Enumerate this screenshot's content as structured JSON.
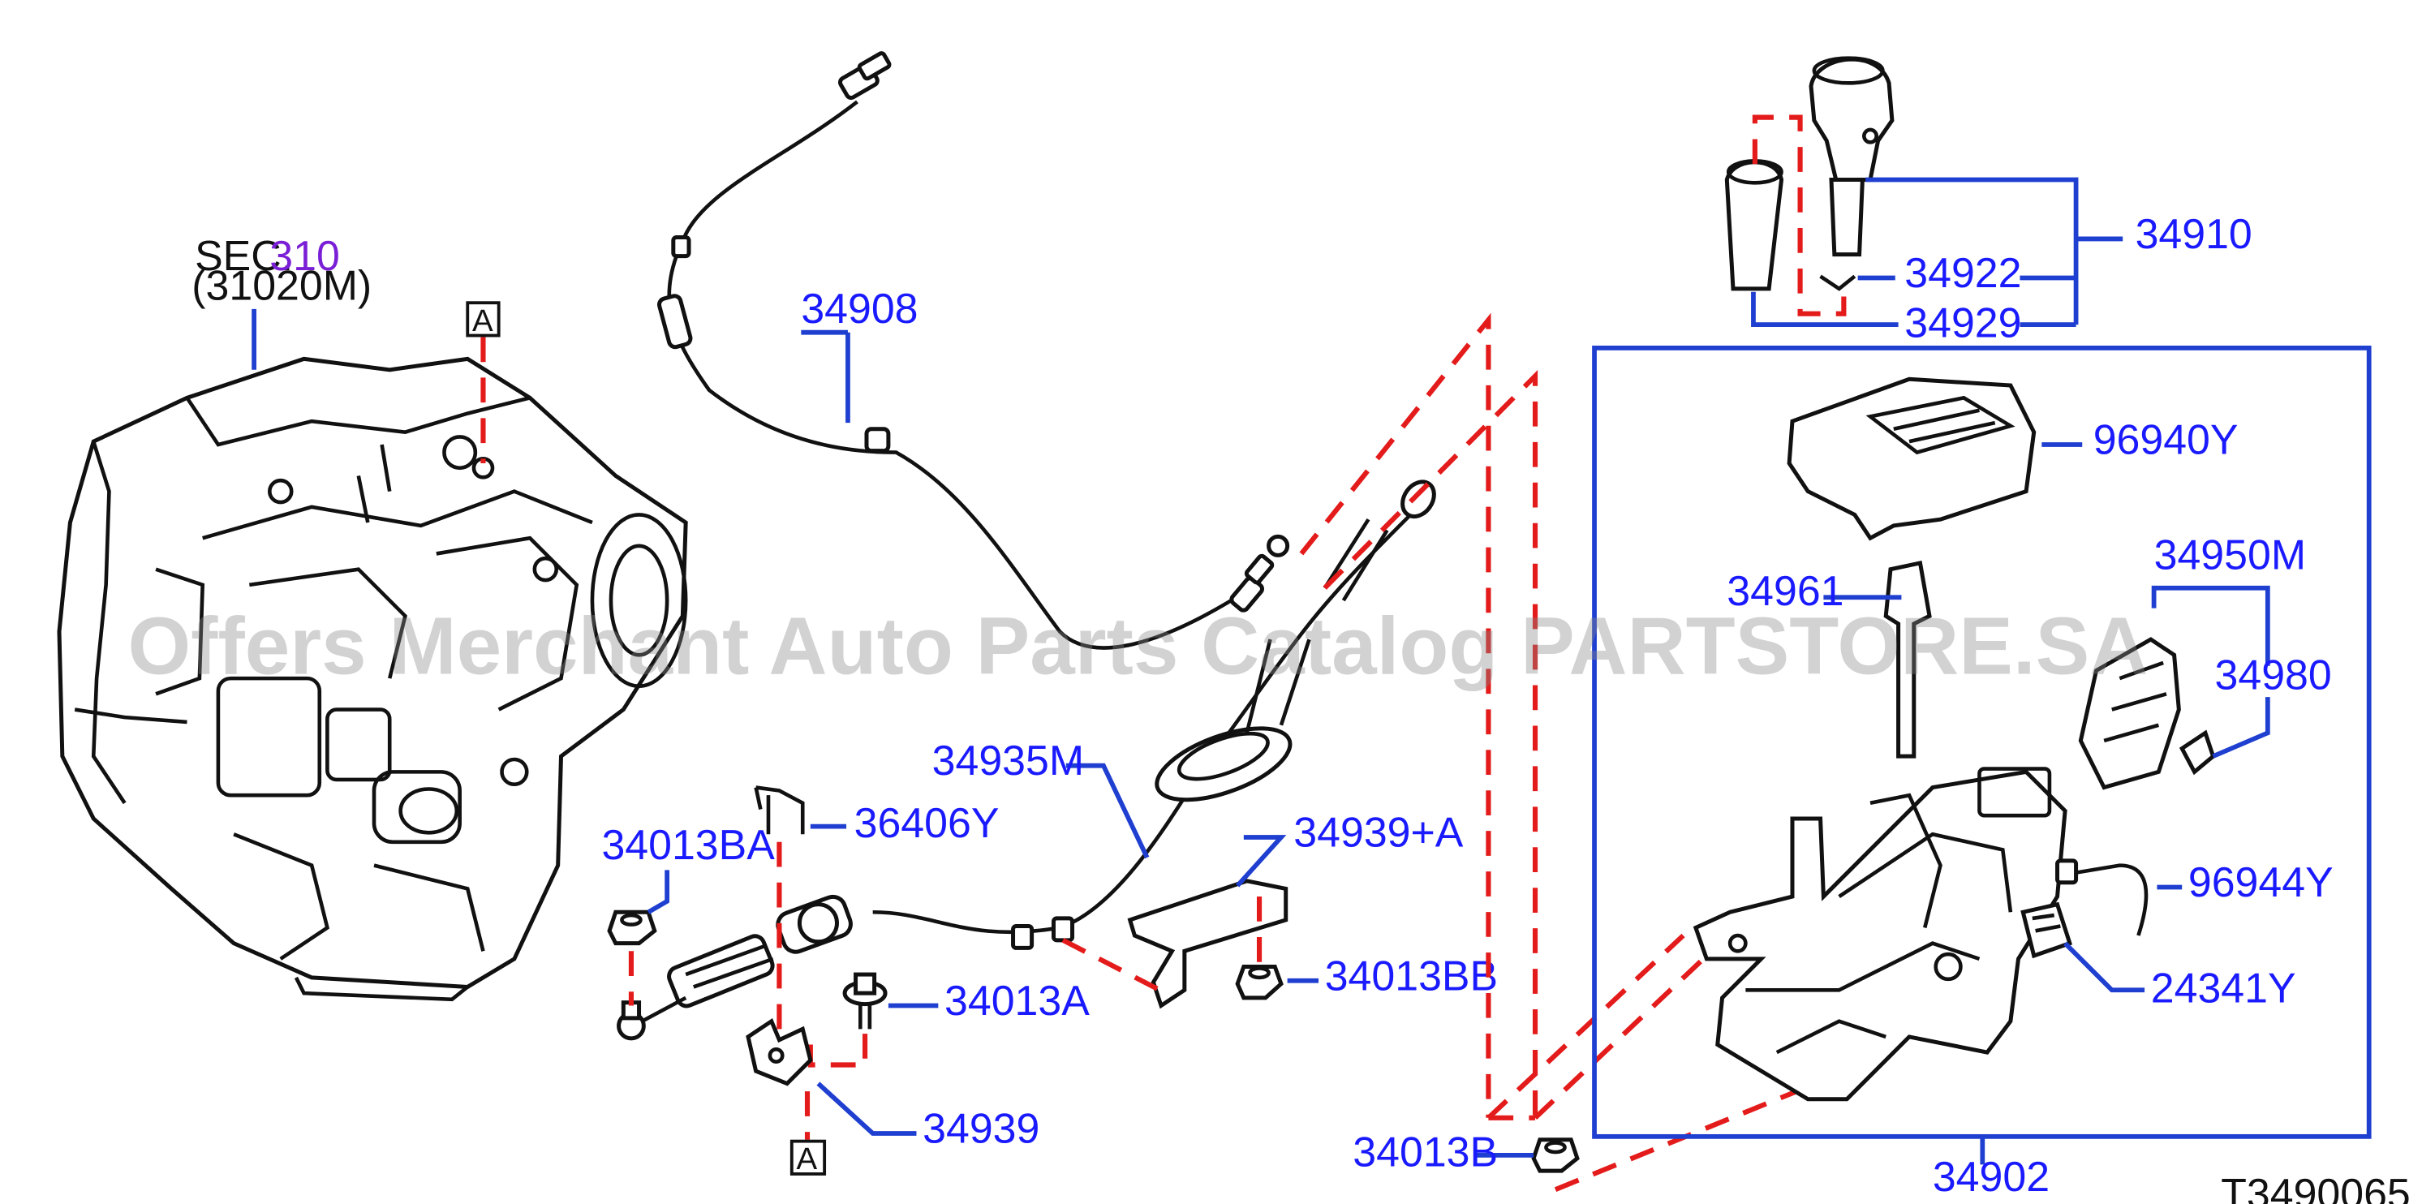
{
  "diagram_id": "T3490065",
  "watermark": "Offers Merchant Auto Parts Catalog PARTSTORE.SA",
  "section_ref": {
    "prefix": "SEC.",
    "number": "310",
    "sub": "(31020M)"
  },
  "ref_marker": "A",
  "parts": {
    "p34908": "34908",
    "p34910": "34910",
    "p34922": "34922",
    "p34929": "34929",
    "p96940Y": "96940Y",
    "p34950M": "34950M",
    "p34961": "34961",
    "p34980": "34980",
    "p96944Y": "96944Y",
    "p24341Y": "24341Y",
    "p34902": "34902",
    "p34013B": "34013B",
    "p34935M": "34935M",
    "p34939A": "34939+A",
    "p34013BB": "34013BB",
    "p34013BA": "34013BA",
    "p36406Y": "36406Y",
    "p34013A": "34013A",
    "p34939": "34939"
  },
  "colors": {
    "label_blue": "#1a1aff",
    "leader_blue": "#1f3fd0",
    "dash_red": "#e41b1b",
    "section_purple": "#7a1fd6",
    "outline_black": "#111111"
  }
}
